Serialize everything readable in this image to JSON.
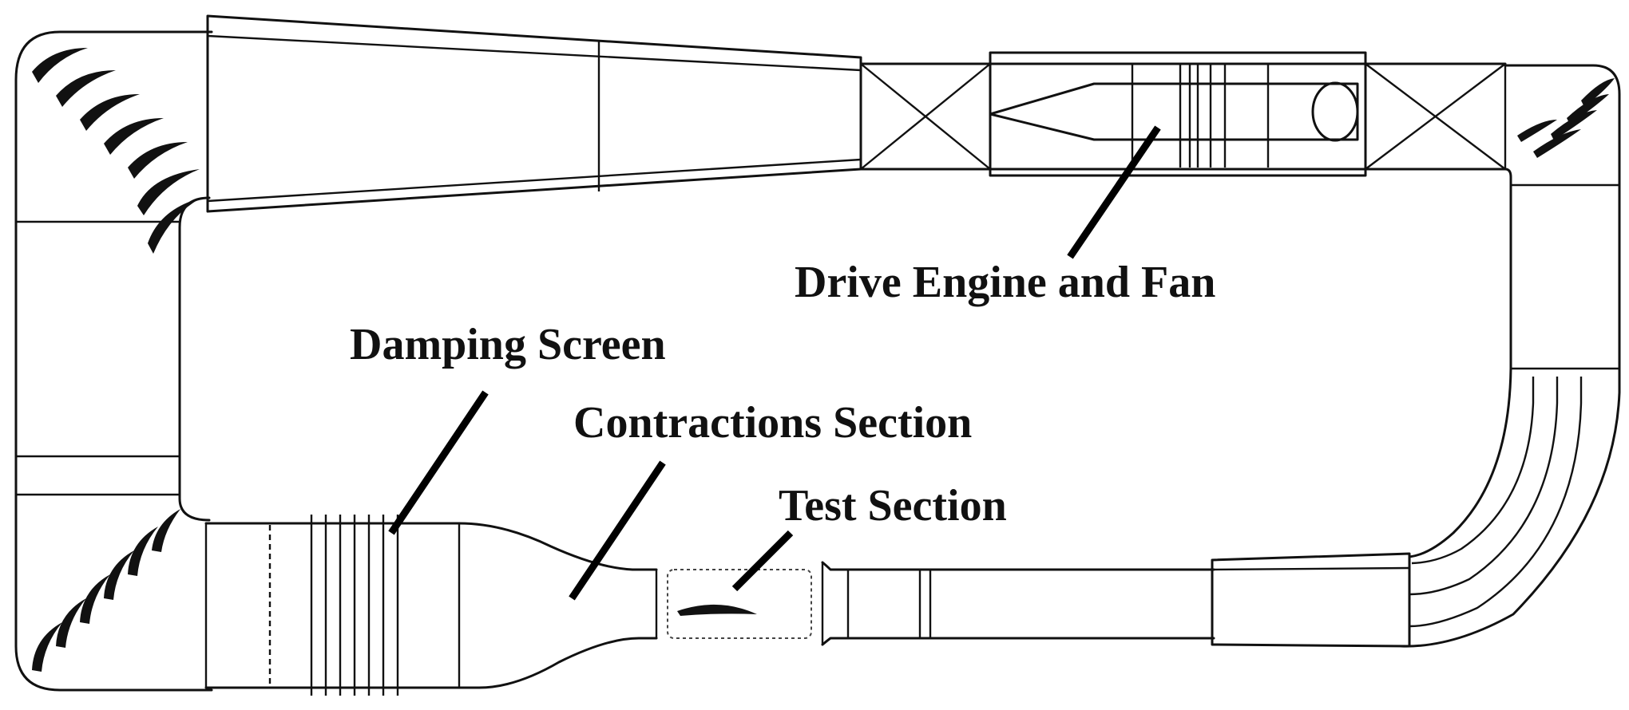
{
  "diagram": {
    "labels": {
      "drive_engine": "Drive Engine and Fan",
      "damping_screen": "Damping Screen",
      "contraction": "Contractions Section",
      "test_section": "Test Section"
    },
    "colors": {
      "line": "#111111",
      "background": "#ffffff"
    }
  }
}
